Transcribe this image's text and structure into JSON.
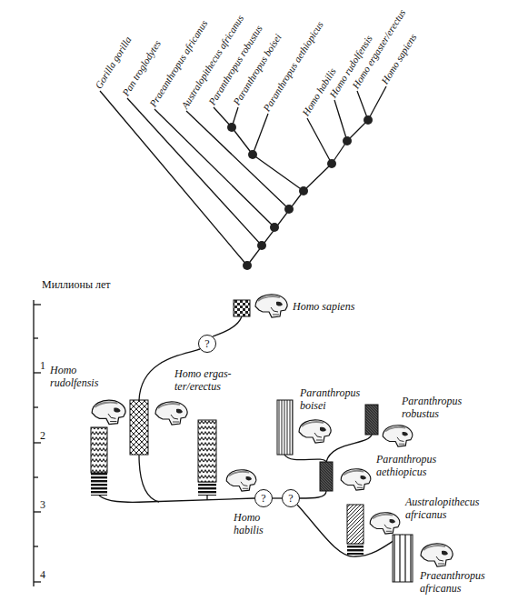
{
  "diagram": {
    "nodes": [
      {
        "text": [
          "?"
        ]
      },
      {
        "text": [
          "?"
        ]
      },
      {
        "text": [
          "?"
        ]
      }
    ],
    "edges": [
      {
        "from": 1,
        "to": 2,
        "arrow": "none"
      }
    ],
    "labels": [
      "Gorilla gorilla",
      "Pan troglodytes",
      "Praeanthropus africanus",
      "Australopithecus africanus",
      "Paranthropus robustus",
      "Paranthropus boisei",
      "Paranthropus aethiopicus",
      "Homo habilis",
      "Homo rudolfensis",
      "Homo ergaster/erectus",
      "Homo sapiens",
      "Миллионы лет",
      "1",
      "2",
      "3",
      "4",
      "Homo sapiens",
      "Homo rudolfensis",
      "Homo ergas- ter/erectus",
      "Paranthropus boisei",
      "Paranthropus robustus",
      "Homo habilis",
      "Paranthropus aethiopicus",
      "Australopithecus africanus",
      "Praeanthropus africanus"
    ]
  }
}
